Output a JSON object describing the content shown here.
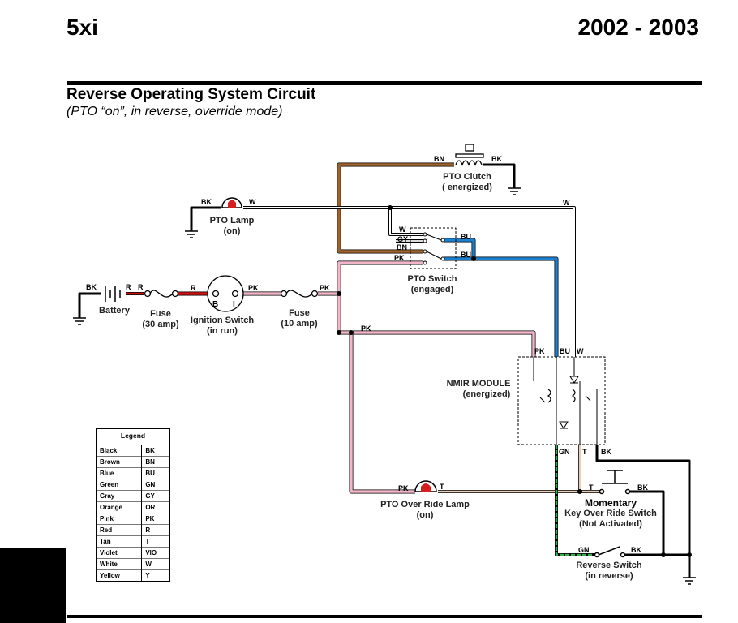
{
  "header": {
    "model": "5xi",
    "years": "2002 - 2003"
  },
  "section": {
    "title": "Reverse Operating System Circuit",
    "subtitle": "(PTO “on”, in reverse, override mode)"
  },
  "components": {
    "battery": "Battery",
    "fuse30": [
      "Fuse",
      "(30 amp)"
    ],
    "ignition": [
      "Ignition Switch",
      "(in run)"
    ],
    "ign_b": "B",
    "ign_i": "I",
    "fuse10": [
      "Fuse",
      "(10 amp)"
    ],
    "pto_lamp": [
      "PTO Lamp",
      "(on)"
    ],
    "pto_clutch": [
      "PTO Clutch",
      "( energized)"
    ],
    "pto_switch": [
      "PTO Switch",
      "(engaged)"
    ],
    "nmir": [
      "NMIR MODULE",
      "(energized)"
    ],
    "override_lamp": [
      "PTO Over Ride Lamp",
      "(on)"
    ],
    "key_switch": [
      "Momentary",
      "Key Over Ride Switch",
      "(Not Activated)"
    ],
    "reverse_switch": [
      "Reverse Switch",
      "(in reverse)"
    ]
  },
  "wire_labels": {
    "bat_bk": "BK",
    "bat_r1": "R",
    "bat_r2": "R",
    "fuse30_r": "R",
    "ign_pk": "PK",
    "fuse10_pk": "PK",
    "lamp_bk": "BK",
    "lamp_w": "W",
    "clutch_bn": "BN",
    "clutch_bk": "BK",
    "sw_w": "W",
    "sw_gy": "GY",
    "sw_bn": "BN",
    "sw_pk": "PK",
    "sw_bu1": "BU",
    "sw_bu2": "BU",
    "top_w": "W",
    "mid_pk": "PK",
    "mod_pk": "PK",
    "mod_bu": "BU",
    "mod_w": "W",
    "mod_gn": "GN",
    "mod_t": "T",
    "mod_bk": "BK",
    "ovr_pk": "PK",
    "ovr_t": "T",
    "key_t": "T",
    "key_bk": "BK",
    "rev_gn": "GN",
    "rev_bk": "BK"
  },
  "legend": {
    "title": "Legend",
    "rows": [
      {
        "color": "Black",
        "code": "BK"
      },
      {
        "color": "Brown",
        "code": "BN"
      },
      {
        "color": "Blue",
        "code": "BU"
      },
      {
        "color": "Green",
        "code": "GN"
      },
      {
        "color": "Gray",
        "code": "GY"
      },
      {
        "color": "Orange",
        "code": "OR"
      },
      {
        "color": "Pink",
        "code": "PK"
      },
      {
        "color": "Red",
        "code": "R"
      },
      {
        "color": "Tan",
        "code": "T"
      },
      {
        "color": "Violet",
        "code": "VIO"
      },
      {
        "color": "White",
        "code": "W"
      },
      {
        "color": "Yellow",
        "code": "Y"
      }
    ]
  },
  "colors": {
    "black": "#000000",
    "brown": "#a0622d",
    "blue": "#1a80d0",
    "pink": "#f3b6c8",
    "red": "#cc1111",
    "tan": "#e8cdb8",
    "green": "#2fb24a",
    "white": "#ffffff",
    "lamp": "#d62020"
  }
}
